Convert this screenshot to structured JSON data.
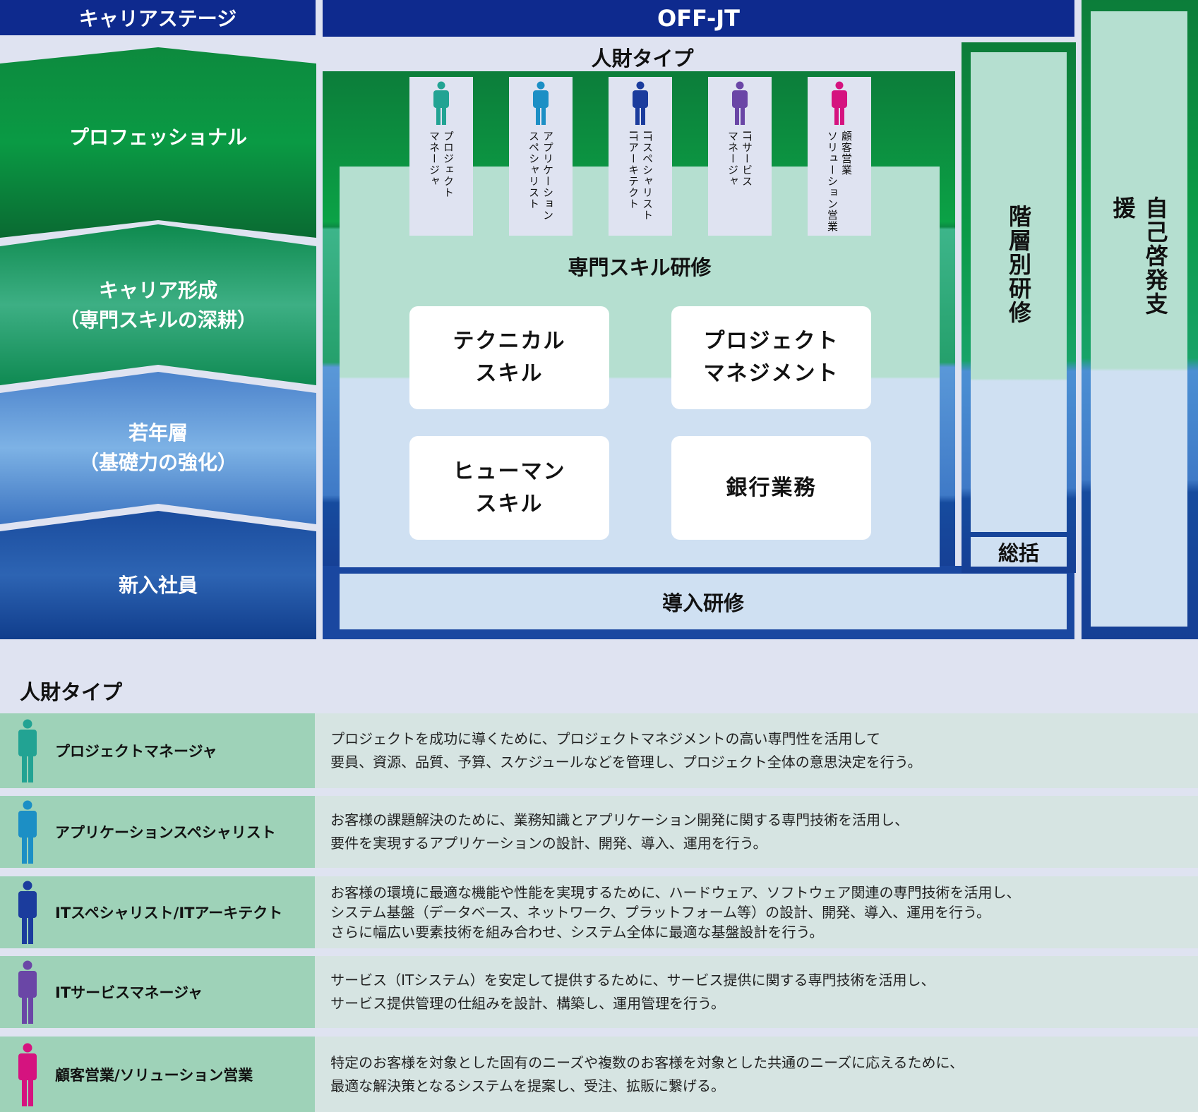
{
  "header": {
    "career_stage": "キャリアステージ",
    "off_jt": "OFF-JT"
  },
  "stages": [
    {
      "lines": [
        "プロフェッショナル"
      ]
    },
    {
      "lines": [
        "キャリア形成",
        "（専門スキルの深耕）"
      ]
    },
    {
      "lines": [
        "若年層",
        "（基礎力の強化）"
      ]
    },
    {
      "lines": [
        "新入社員"
      ]
    }
  ],
  "colors": {
    "header_navy": "#0e2a8e",
    "professional_green": "#0d7f3d",
    "career_green": "#15915a",
    "junior_blue": "#4b87cf",
    "newhire_blue": "#13479c",
    "pm": "#22a393",
    "app": "#1c8fc5",
    "its": "#1b3c9d",
    "svc": "#6a46a6",
    "sales": "#d5137f"
  },
  "offjt": {
    "jinzai_title": "人財タイプ",
    "figures": [
      {
        "icon": "person-icon-teal",
        "color": "#22a393",
        "text": "プロジェクト\nマネージャ"
      },
      {
        "icon": "person-icon-cyan",
        "color": "#1c8fc5",
        "text": "アプリケーション\nスペシャリスト"
      },
      {
        "icon": "person-icon-navy",
        "color": "#1b3c9d",
        "text": "ITスペシャリスト\nITアーキテクト"
      },
      {
        "icon": "person-icon-purple",
        "color": "#6a46a6",
        "text": "ITサービス\nマネージャ"
      },
      {
        "icon": "person-icon-magenta",
        "color": "#d5137f",
        "text": "顧客営業\nソリューション営業"
      }
    ],
    "skill_title": "専門スキル研修",
    "skills": [
      {
        "lines": [
          "テクニカル",
          "スキル"
        ]
      },
      {
        "lines": [
          "プロジェクト",
          "マネジメント"
        ]
      },
      {
        "lines": [
          "ヒューマン",
          "スキル"
        ]
      },
      {
        "lines": [
          "銀行業務"
        ]
      }
    ],
    "kaiso": "階層別研修",
    "sokatsu": "総括",
    "donyu": "導入研修",
    "jiko": "自己啓発支援"
  },
  "legend": {
    "title": "人財タイプ",
    "rows": [
      {
        "name": "プロジェクトマネージャ",
        "icon": "person-icon-teal",
        "color": "#22a393",
        "desc": [
          "プロジェクトを成功に導くために、プロジェクトマネジメントの高い専門性を活用して",
          "要員、資源、品質、予算、スケジュールなどを管理し、プロジェクト全体の意思決定を行う。"
        ]
      },
      {
        "name": "アプリケーションスペシャリスト",
        "icon": "person-icon-cyan",
        "color": "#1c8fc5",
        "desc": [
          "お客様の課題解決のために、業務知識とアプリケーション開発に関する専門技術を活用し、",
          "要件を実現するアプリケーションの設計、開発、導入、運用を行う。"
        ]
      },
      {
        "name": "ITスペシャリスト/ITアーキテクト",
        "icon": "person-icon-navy",
        "color": "#1b3c9d",
        "desc": [
          "お客様の環境に最適な機能や性能を実現するために、ハードウェア、ソフトウェア関連の専門技術を活用し、",
          "システム基盤（データベース、ネットワーク、プラットフォーム等）の設計、開発、導入、運用を行う。",
          "さらに幅広い要素技術を組み合わせ、システム全体に最適な基盤設計を行う。"
        ]
      },
      {
        "name": "ITサービスマネージャ",
        "icon": "person-icon-purple",
        "color": "#6a46a6",
        "desc": [
          "サービス（ITシステム）を安定して提供するために、サービス提供に関する専門技術を活用し、",
          "サービス提供管理の仕組みを設計、構築し、運用管理を行う。"
        ]
      },
      {
        "name": "顧客営業/ソリューション営業",
        "icon": "person-icon-magenta",
        "color": "#d5137f",
        "desc": [
          "特定のお客様を対象とした固有のニーズや複数のお客様を対象とした共通のニーズに応えるために、",
          "最適な解決策となるシステムを提案し、受注、拡販に繋げる。"
        ]
      }
    ]
  }
}
